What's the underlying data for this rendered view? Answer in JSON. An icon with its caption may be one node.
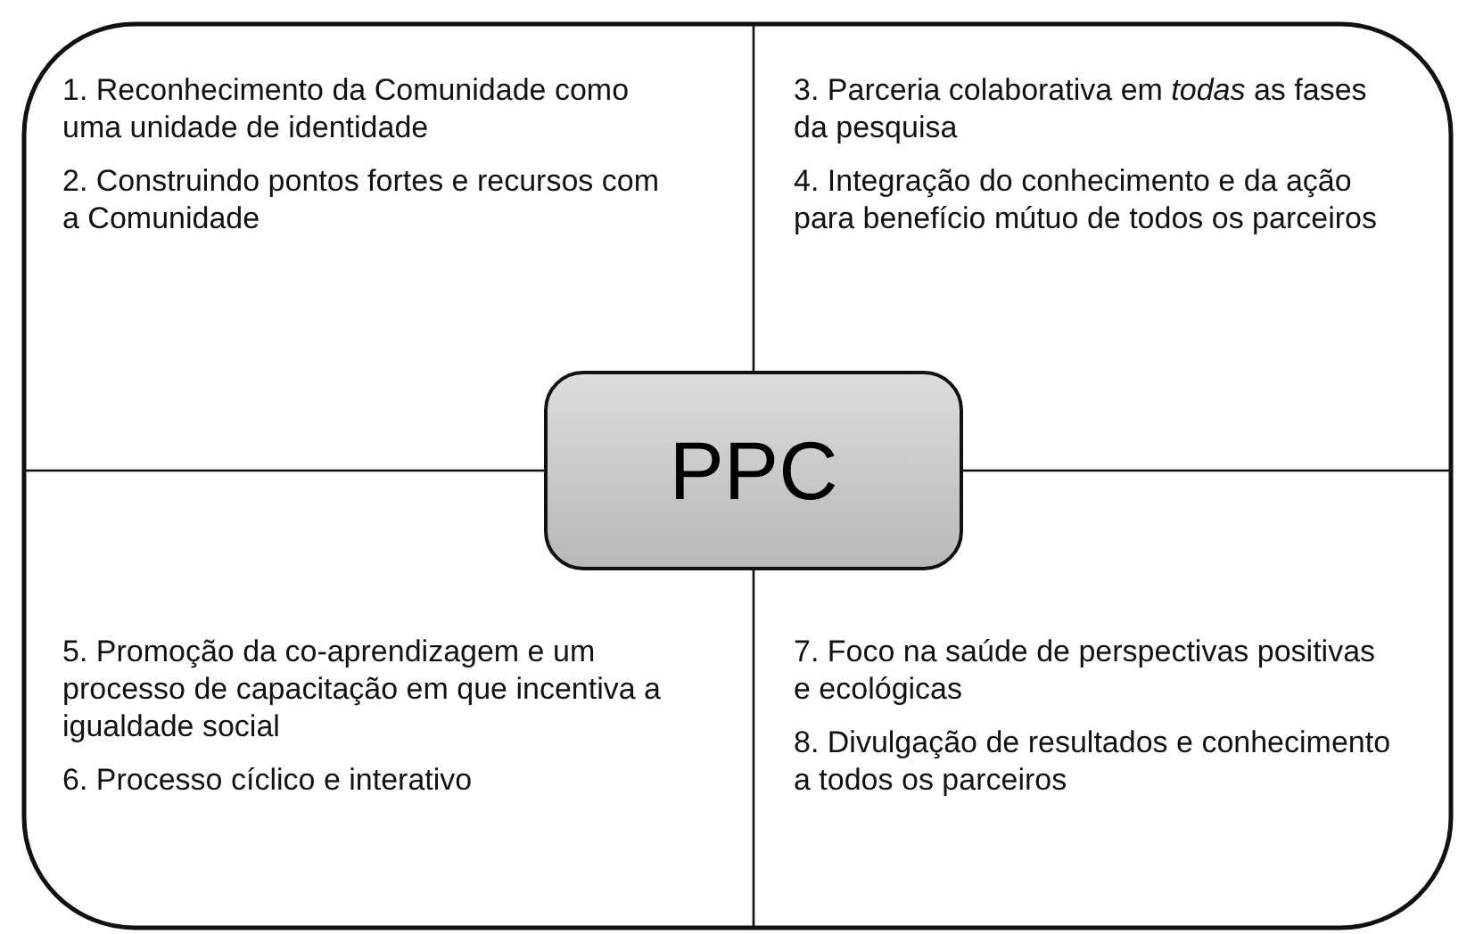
{
  "diagram": {
    "nodes": [
      {
        "text": [],
        "shape": "box"
      },
      {
        "text": [
          "1. Reconhecimento da Comunidade como uma unidade de identidade",
          "2. Construindo pontos fortes e recursos com a Comunidade"
        ],
        "in": 0
      },
      {
        "text": [
          "3. Parceria colaborativa em *todas* as fases da pesquisa",
          "4. Integração do conhecimento e da ação para benefício mútuo de todos os parceiros"
        ],
        "in": 0
      },
      {
        "text": [
          "5. Promoção da co-aprendizagem e um processo de capacitação em que incentiva a igualdade social",
          "6. Processo cíclico e interativo"
        ],
        "in": 0
      },
      {
        "text": [
          "7. Foco na saúde de perspectivas positivas e ecológicas",
          "8. Divulgação de resultados e conhecimento a todos os parceiros"
        ],
        "in": 0
      },
      {
        "text": [
          "PPC"
        ],
        "in": 0
      }
    ]
  }
}
